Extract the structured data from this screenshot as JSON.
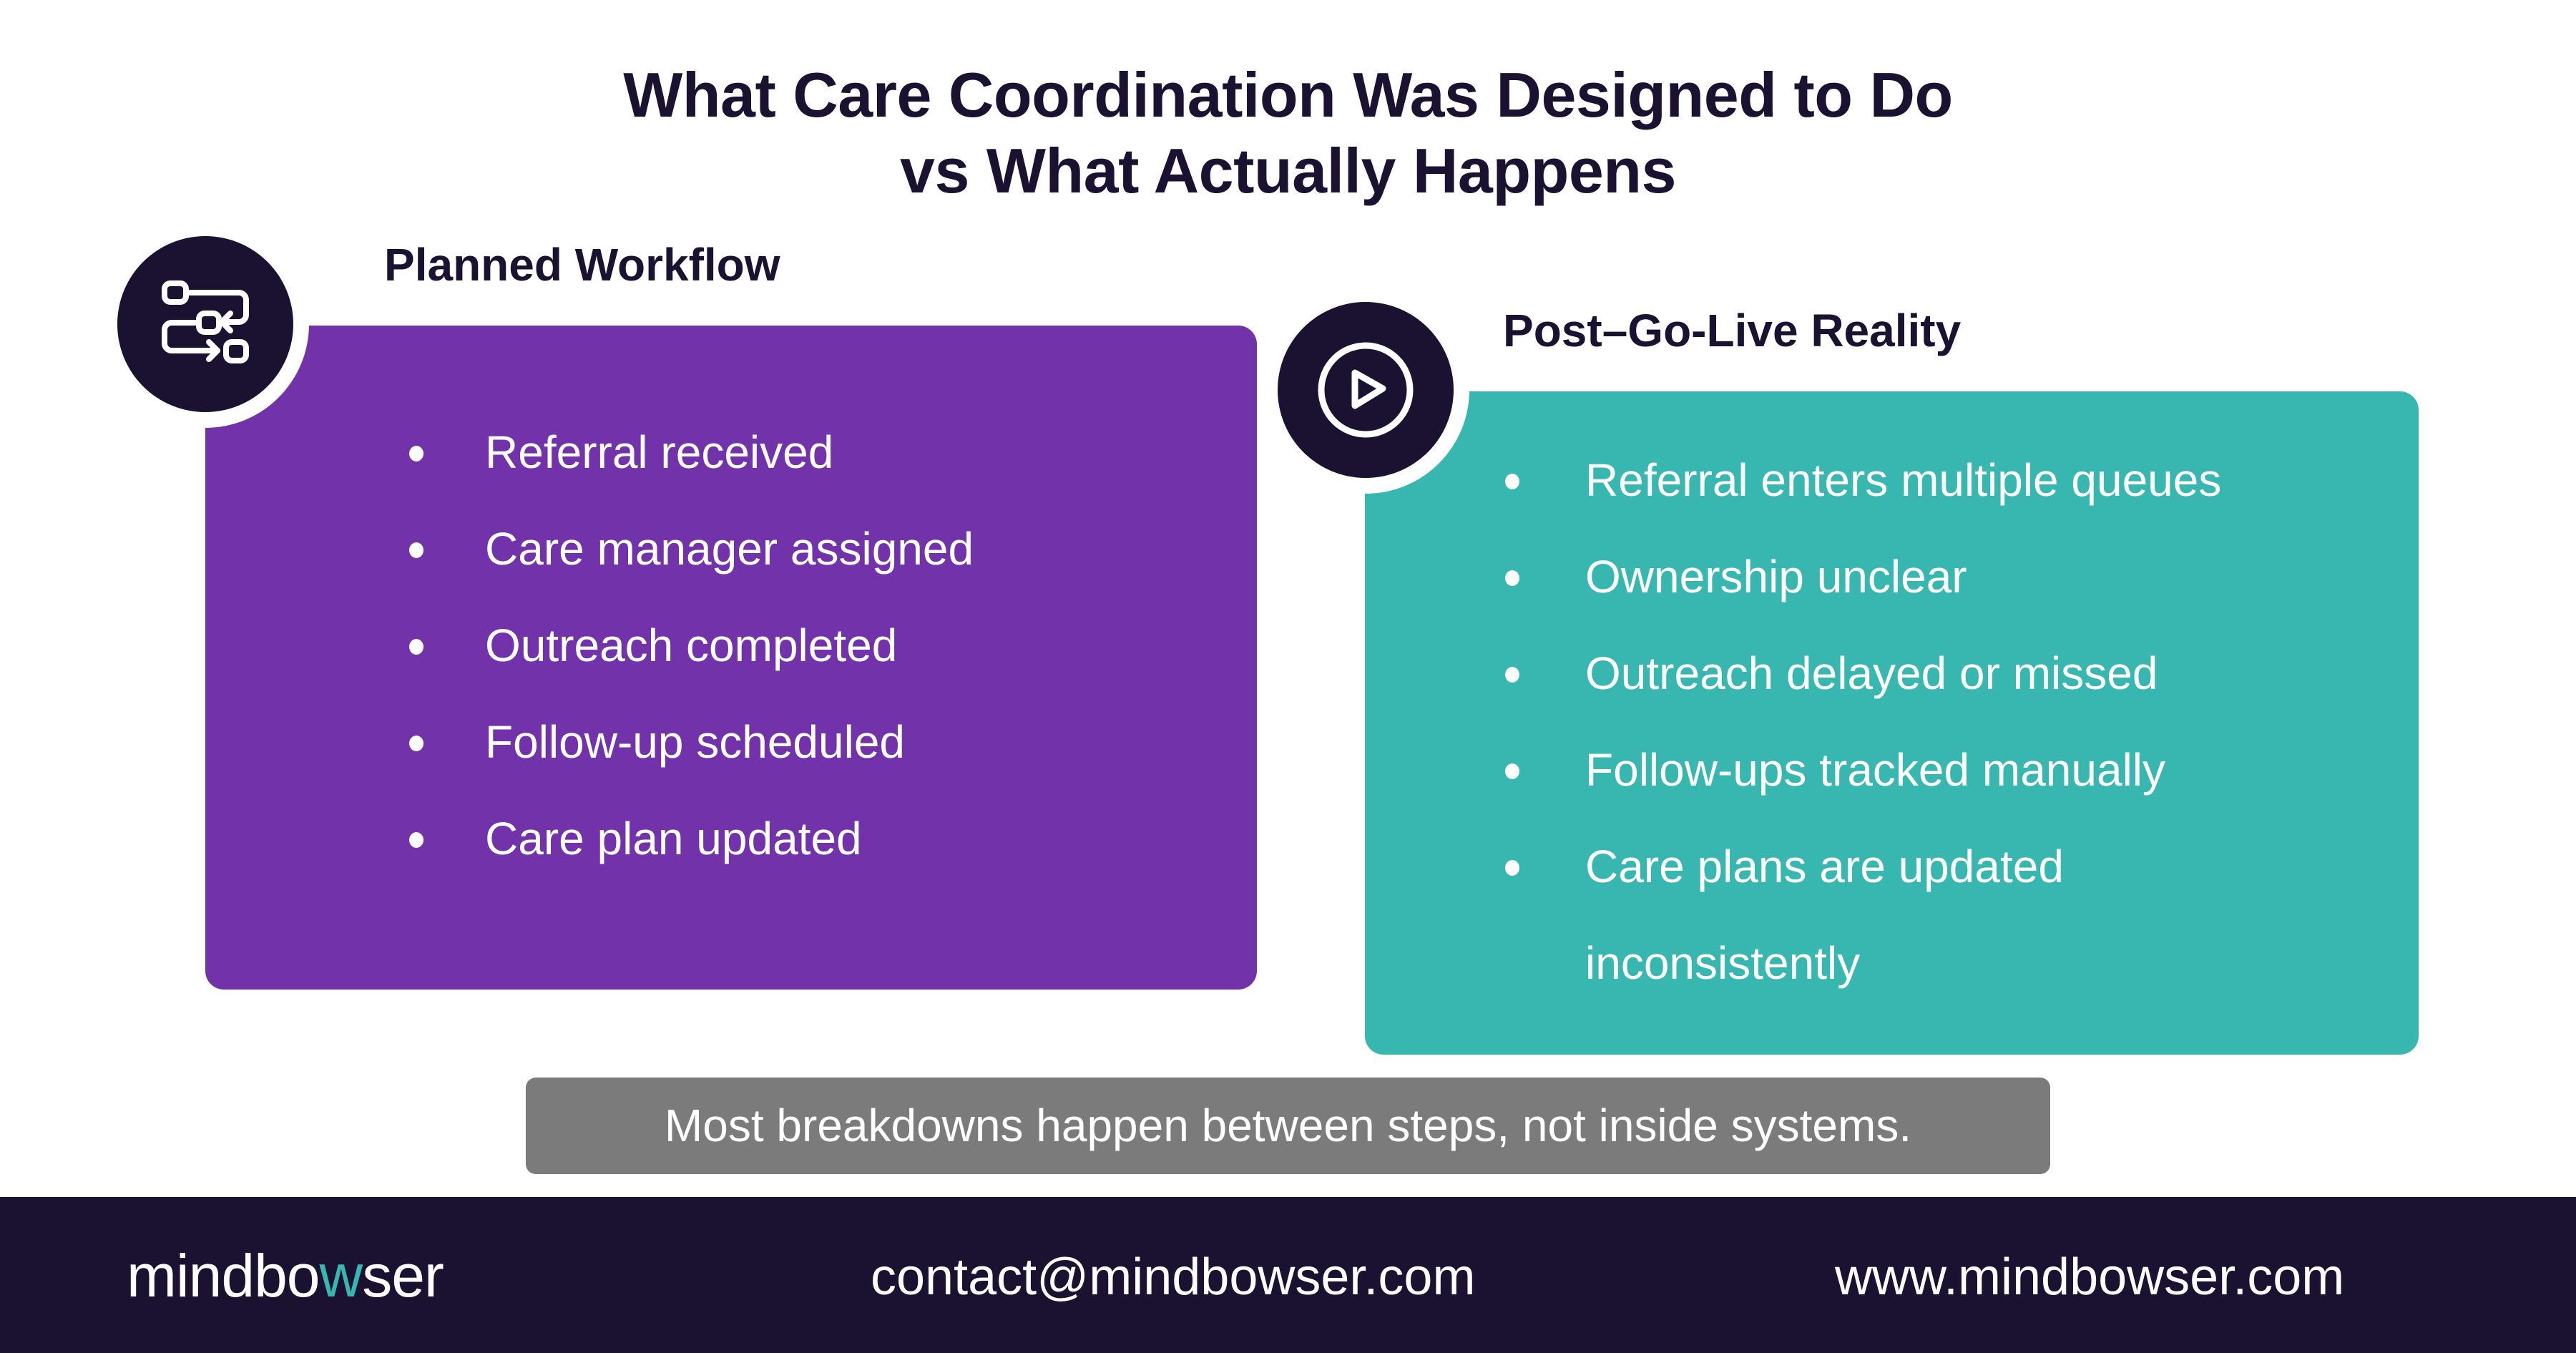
{
  "title": {
    "line1": "What Care Coordination Was Designed to Do",
    "line2": "vs What Actually Happens"
  },
  "planned": {
    "heading": "Planned Workflow",
    "icon": "workflow-icon",
    "color": "#7233aa",
    "items": [
      "Referral received",
      "Care manager assigned",
      "Outreach completed",
      "Follow-up scheduled",
      "Care plan updated"
    ]
  },
  "reality": {
    "heading": "Post–Go-Live Reality",
    "icon": "play-circle-icon",
    "color": "#38b7b1",
    "items": [
      "Referral enters multiple queues",
      "Ownership unclear",
      "Outreach delayed or missed",
      "Follow-ups tracked manually",
      "Care plans are updated inconsistently"
    ]
  },
  "takeaway": "Most breakdowns happen between steps, not inside systems.",
  "footer": {
    "logo_pre": "mindbo",
    "logo_accent": "w",
    "logo_post": "ser",
    "email": "contact@mindbowser.com",
    "website": "www.mindbowser.com"
  },
  "colors": {
    "dark": "#1b1130",
    "purple": "#7233aa",
    "teal": "#38b7b1",
    "gray": "#7b7b7b"
  }
}
